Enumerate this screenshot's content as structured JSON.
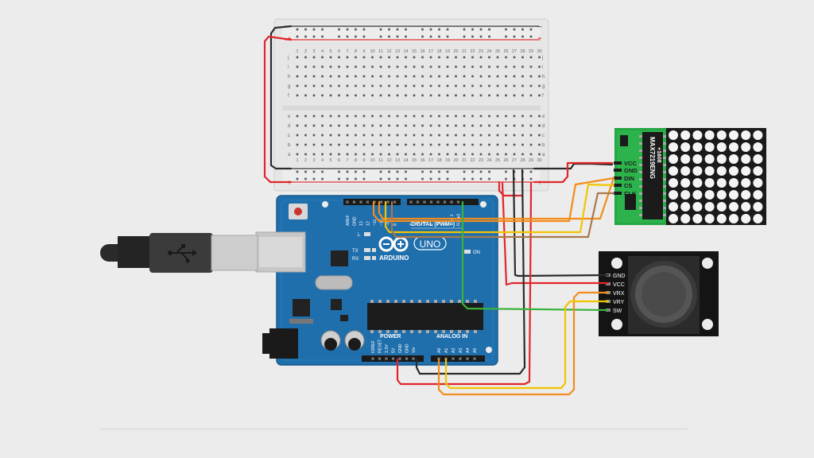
{
  "breadboard": {
    "rail_minus": "−",
    "rail_plus": "+",
    "columns": [
      "1",
      "2",
      "3",
      "4",
      "5",
      "6",
      "7",
      "8",
      "9",
      "10",
      "11",
      "12",
      "13",
      "14",
      "15",
      "16",
      "17",
      "18",
      "19",
      "20",
      "21",
      "22",
      "23",
      "24",
      "25",
      "26",
      "27",
      "28",
      "29",
      "30"
    ],
    "rows_top": [
      "j",
      "i",
      "h",
      "g",
      "f"
    ],
    "rows_bottom": [
      "e",
      "d",
      "c",
      "b",
      "a"
    ]
  },
  "arduino": {
    "brand": "ARDUINO",
    "model": "UNO",
    "digital_header_label": "DIGITAL (PWM~)",
    "power_label": "POWER",
    "analog_label": "ANALOG IN",
    "on_label": "ON",
    "led_l": "L",
    "led_tx": "TX",
    "led_rx": "RX",
    "digital_pins": [
      "AREF",
      "GND",
      "13",
      "12",
      "~11",
      "~10",
      "~9",
      "8",
      "7",
      "~6",
      "~5",
      "4",
      "~3",
      "2",
      "TX►1",
      "RX◄0"
    ],
    "power_pins": [
      "IOREF",
      "RESET",
      "3.3V",
      "5V",
      "GND",
      "GND",
      "Vin"
    ],
    "analog_pins": [
      "A0",
      "A1",
      "A2",
      "A3",
      "A4",
      "A5"
    ]
  },
  "matrix_module": {
    "chip_label": "MAX7219ENG",
    "chip_sub": "+1608",
    "pins": [
      "VCC",
      "GND",
      "DIN",
      "CS",
      "CLK"
    ],
    "rows": 8,
    "cols": 8
  },
  "joystick": {
    "pins": [
      "GND",
      "VCC",
      "VRX",
      "VRY",
      "SW"
    ]
  },
  "wire_colors": {
    "red": "#e0262b",
    "black": "#2b2b2b",
    "green": "#3bb33b",
    "yellow": "#f2c400",
    "orange": "#f28c1c",
    "brown": "#a8784a"
  }
}
